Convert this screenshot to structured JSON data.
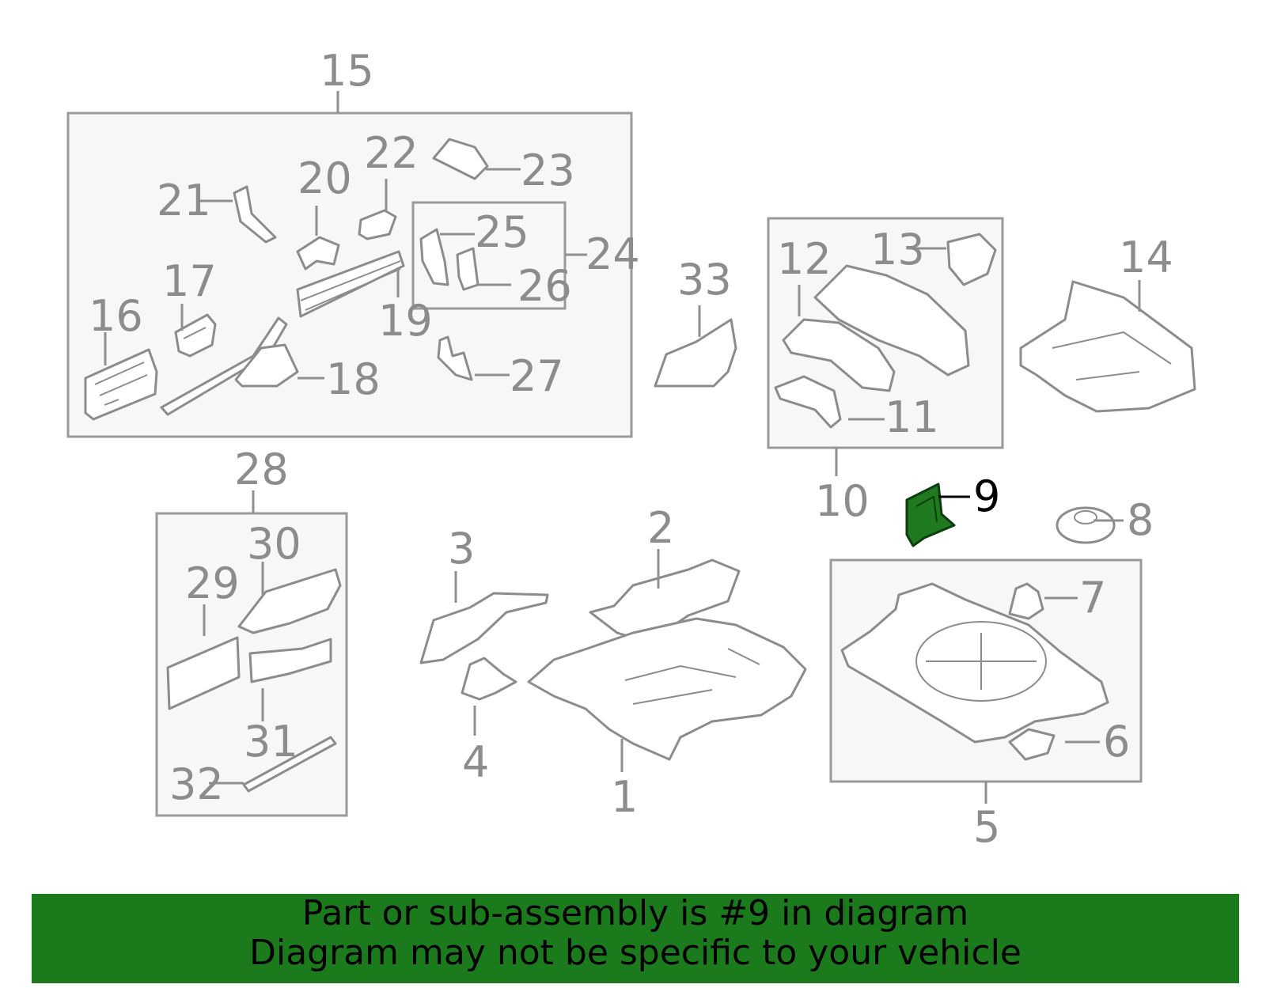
{
  "highlight_part": "9",
  "callouts": [
    "1",
    "2",
    "3",
    "4",
    "5",
    "6",
    "7",
    "8",
    "9",
    "10",
    "11",
    "12",
    "13",
    "14",
    "15",
    "16",
    "17",
    "18",
    "19",
    "20",
    "21",
    "22",
    "23",
    "24",
    "25",
    "26",
    "27",
    "28",
    "29",
    "30",
    "31",
    "32",
    "33"
  ],
  "footer": {
    "line1": "Part or sub-assembly is #9 in diagram",
    "line2": "Diagram may not be specific to your vehicle"
  },
  "colors": {
    "highlight": "#1f7a1f",
    "footer_background": "#1b7a1b",
    "line_art": "#8c8c8c",
    "box_fill": "#f7f7f7"
  }
}
